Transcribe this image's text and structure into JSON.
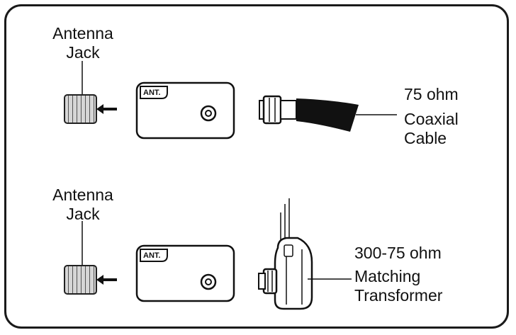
{
  "top": {
    "jack_label": [
      "Antenna",
      "Jack"
    ],
    "panel_label": "ANT.",
    "cable_label": [
      "75 ohm",
      "Coaxial",
      "Cable"
    ]
  },
  "bottom": {
    "jack_label": [
      "Antenna",
      "Jack"
    ],
    "panel_label": "ANT.",
    "transformer_label": [
      "300-75 ohm",
      "Matching",
      "Transformer"
    ]
  }
}
